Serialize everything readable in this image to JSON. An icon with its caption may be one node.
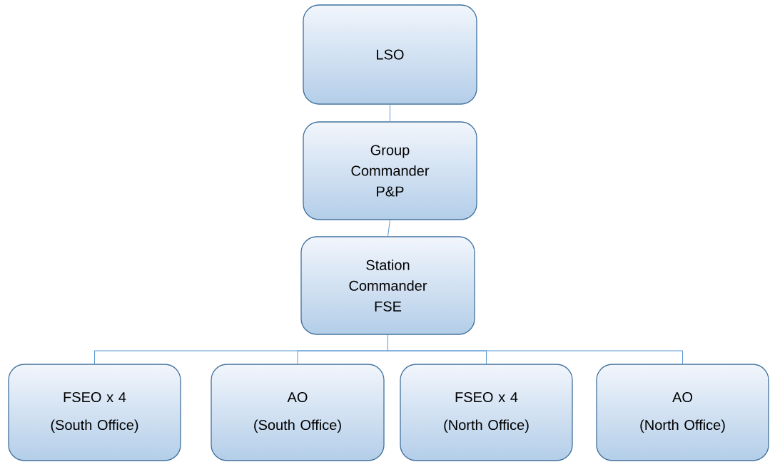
{
  "diagram": {
    "nodes": [
      {
        "text": [
          "LSO"
        ]
      },
      {
        "text": [
          "Group Commander P&P"
        ]
      },
      {
        "text": [
          "Station Commander FSE"
        ]
      },
      {
        "text": [
          "FSEO x 4",
          "(South Office)"
        ]
      },
      {
        "text": [
          "AO",
          "(South Office)"
        ]
      },
      {
        "text": [
          "FSEO x 4",
          "(North Office)"
        ]
      },
      {
        "text": [
          "AO",
          "(North Office)"
        ]
      }
    ],
    "edges": [
      {
        "from": 0,
        "to": 1,
        "arrow": "none"
      },
      {
        "from": 1,
        "to": 2,
        "arrow": "none"
      },
      {
        "from": 2,
        "to": 3,
        "arrow": "none"
      },
      {
        "from": 2,
        "to": 4,
        "arrow": "none"
      },
      {
        "from": 2,
        "to": 5,
        "arrow": "none"
      },
      {
        "from": 2,
        "to": 6,
        "arrow": "none"
      }
    ]
  }
}
